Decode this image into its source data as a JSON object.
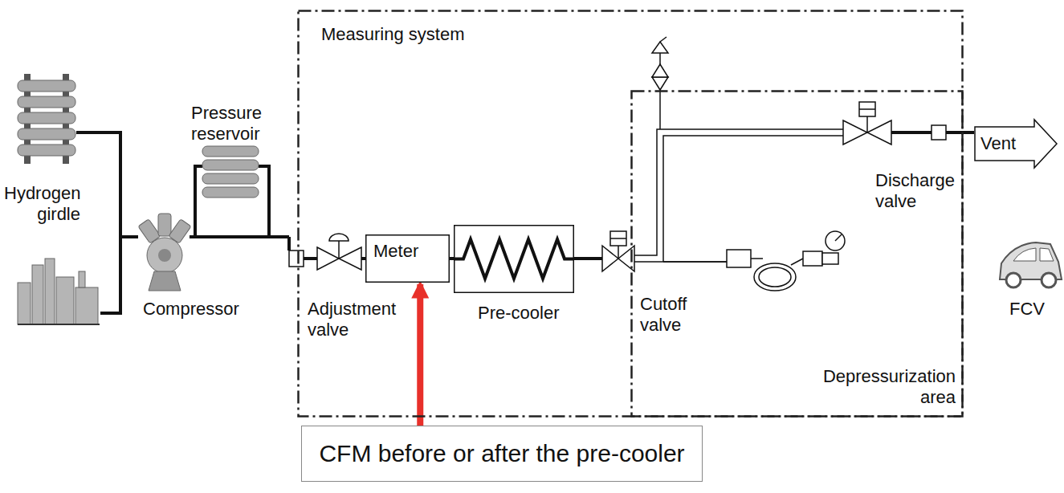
{
  "diagram": {
    "nodes": [
      {
        "text": [
          "Measuring system"
        ]
      },
      {
        "text": [
          "Depressurization area"
        ],
        "in": 0
      },
      {
        "text": [
          "Meter"
        ],
        "in": 0
      },
      {
        "text": [
          "Pre-cooler"
        ],
        "in": 0
      },
      {
        "text": [
          "Vent"
        ]
      },
      {
        "text": [
          "CFM before or after the pre-cooler"
        ]
      }
    ],
    "edges": [
      {
        "from": 2,
        "to": 3,
        "arrow": "none"
      },
      {
        "from": 5,
        "to": 2,
        "arrow": "to"
      }
    ],
    "labels": [
      "Hydrogen girdle",
      "Pressure reservoir",
      "Compressor",
      "Adjustment valve",
      "Cutoff valve",
      "Discharge valve",
      "FCV"
    ]
  }
}
